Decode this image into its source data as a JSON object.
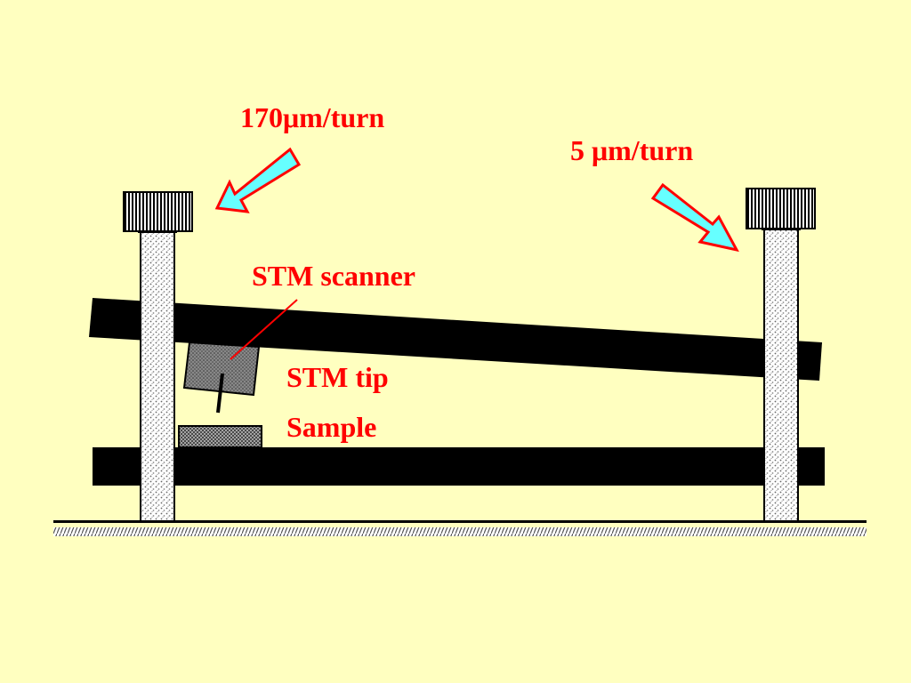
{
  "labels": {
    "coarse_pitch": "170μm/turn",
    "fine_pitch": "5 μm/turn",
    "scanner": "STM scanner",
    "tip": "STM tip",
    "sample": "Sample"
  },
  "colors": {
    "background": "#ffffc0",
    "label": "#ff0000",
    "arrow_fill": "#66ffff",
    "arrow_outline": "#ff0000",
    "beam": "#000000"
  },
  "icons": {
    "arrow": "arrow-icon",
    "screw_head": "screw-head-icon"
  }
}
